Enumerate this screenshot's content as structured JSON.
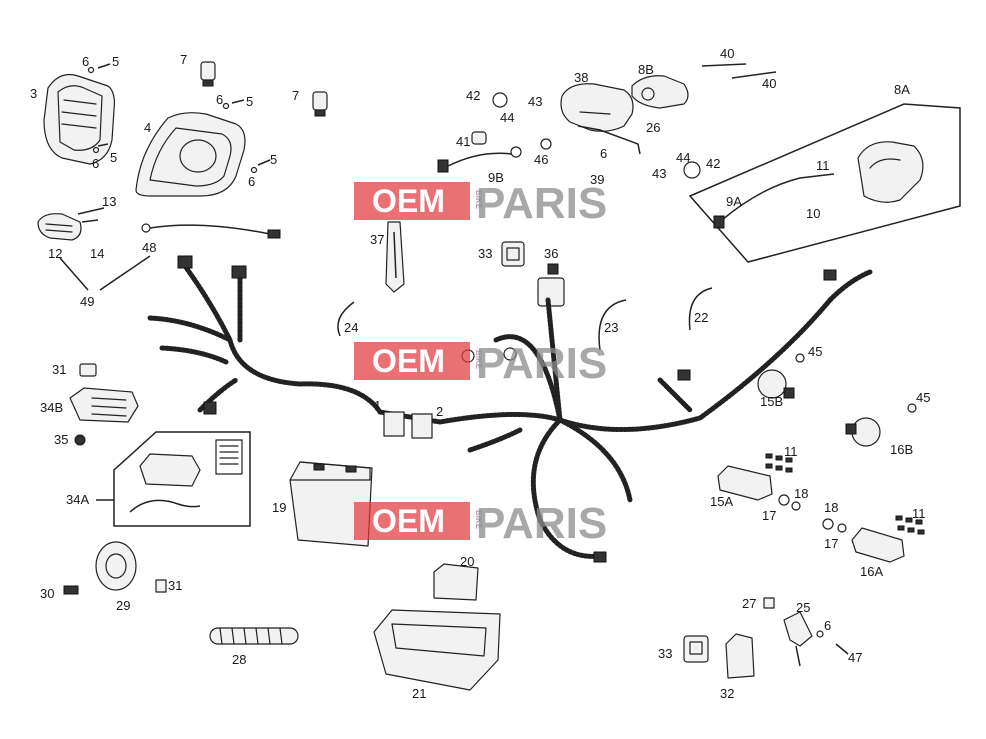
{
  "diagram": {
    "labels": [
      {
        "id": "p3",
        "text": "3"
      },
      {
        "id": "p6a",
        "text": "6"
      },
      {
        "id": "p5a",
        "text": "5"
      },
      {
        "id": "p6b",
        "text": "6"
      },
      {
        "id": "p5b",
        "text": "5"
      },
      {
        "id": "p7a",
        "text": "7"
      },
      {
        "id": "p6c",
        "text": "6"
      },
      {
        "id": "p5c",
        "text": "5"
      },
      {
        "id": "p7b",
        "text": "7"
      },
      {
        "id": "p4",
        "text": "4"
      },
      {
        "id": "p5d",
        "text": "5"
      },
      {
        "id": "p6d",
        "text": "6"
      },
      {
        "id": "p13",
        "text": "13"
      },
      {
        "id": "p12",
        "text": "12"
      },
      {
        "id": "p14",
        "text": "14"
      },
      {
        "id": "p48",
        "text": "48"
      },
      {
        "id": "p49",
        "text": "49"
      },
      {
        "id": "p37",
        "text": "37"
      },
      {
        "id": "p42a",
        "text": "42"
      },
      {
        "id": "p43a",
        "text": "43"
      },
      {
        "id": "p44a",
        "text": "44"
      },
      {
        "id": "p41",
        "text": "41"
      },
      {
        "id": "p46",
        "text": "46"
      },
      {
        "id": "p9B",
        "text": "9B"
      },
      {
        "id": "p38",
        "text": "38"
      },
      {
        "id": "p8B",
        "text": "8B"
      },
      {
        "id": "p40a",
        "text": "40"
      },
      {
        "id": "p40b",
        "text": "40"
      },
      {
        "id": "p26",
        "text": "26"
      },
      {
        "id": "p6e",
        "text": "6"
      },
      {
        "id": "p39",
        "text": "39"
      },
      {
        "id": "p43b",
        "text": "43"
      },
      {
        "id": "p44b",
        "text": "44"
      },
      {
        "id": "p42b",
        "text": "42"
      },
      {
        "id": "p8A",
        "text": "8A"
      },
      {
        "id": "p11a",
        "text": "11"
      },
      {
        "id": "p9A",
        "text": "9A"
      },
      {
        "id": "p10",
        "text": "10"
      },
      {
        "id": "p33a",
        "text": "33"
      },
      {
        "id": "p36",
        "text": "36"
      },
      {
        "id": "p24",
        "text": "24"
      },
      {
        "id": "p23",
        "text": "23"
      },
      {
        "id": "p22",
        "text": "22"
      },
      {
        "id": "p45a",
        "text": "45"
      },
      {
        "id": "p15B",
        "text": "15B"
      },
      {
        "id": "p45b",
        "text": "45"
      },
      {
        "id": "p16B",
        "text": "16B"
      },
      {
        "id": "p31a",
        "text": "31"
      },
      {
        "id": "p34B",
        "text": "34B"
      },
      {
        "id": "p35",
        "text": "35"
      },
      {
        "id": "p1",
        "text": "1"
      },
      {
        "id": "p2",
        "text": "2"
      },
      {
        "id": "p11b",
        "text": "11"
      },
      {
        "id": "p15A",
        "text": "15A"
      },
      {
        "id": "p18a",
        "text": "18"
      },
      {
        "id": "p17a",
        "text": "17"
      },
      {
        "id": "p18b",
        "text": "18"
      },
      {
        "id": "p11c",
        "text": "11"
      },
      {
        "id": "p17b",
        "text": "17"
      },
      {
        "id": "p16A",
        "text": "16A"
      },
      {
        "id": "p34A",
        "text": "34A"
      },
      {
        "id": "p19",
        "text": "19"
      },
      {
        "id": "p20",
        "text": "20"
      },
      {
        "id": "p30",
        "text": "30"
      },
      {
        "id": "p31b",
        "text": "31"
      },
      {
        "id": "p29",
        "text": "29"
      },
      {
        "id": "p28",
        "text": "28"
      },
      {
        "id": "p21",
        "text": "21"
      },
      {
        "id": "p27",
        "text": "27"
      },
      {
        "id": "p25",
        "text": "25"
      },
      {
        "id": "p6f",
        "text": "6"
      },
      {
        "id": "p47",
        "text": "47"
      },
      {
        "id": "p33b",
        "text": "33"
      },
      {
        "id": "p32",
        "text": "32"
      }
    ]
  },
  "watermark": {
    "brand_oem": "OEM",
    "brand_bike": "BIKE",
    "brand_paris": "PARIS",
    "brand_color": "#e03a3e"
  }
}
